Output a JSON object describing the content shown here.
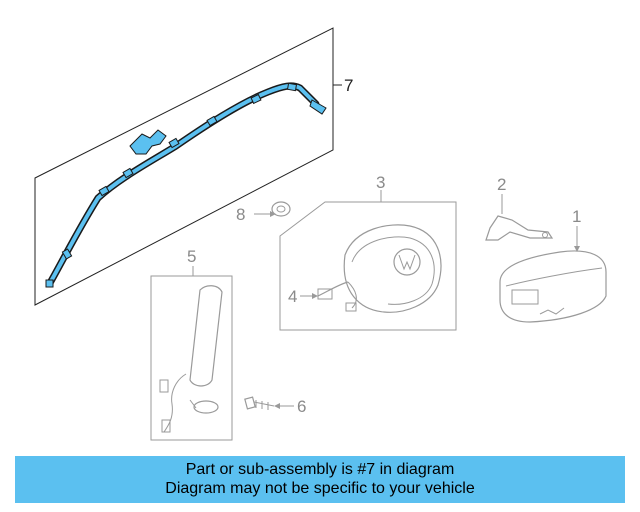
{
  "diagram": {
    "callouts": [
      "1",
      "2",
      "3",
      "4",
      "5",
      "6",
      "7",
      "8"
    ],
    "highlighted_part": "7",
    "highlight_color": "#5bc0f0",
    "line_color_active": "#222222",
    "line_color_inactive": "#9a9a9a"
  },
  "banner": {
    "line1": "Part or sub-assembly is #7 in diagram",
    "line2": "Diagram may not be specific to your vehicle",
    "background": "#5bc0f0"
  }
}
